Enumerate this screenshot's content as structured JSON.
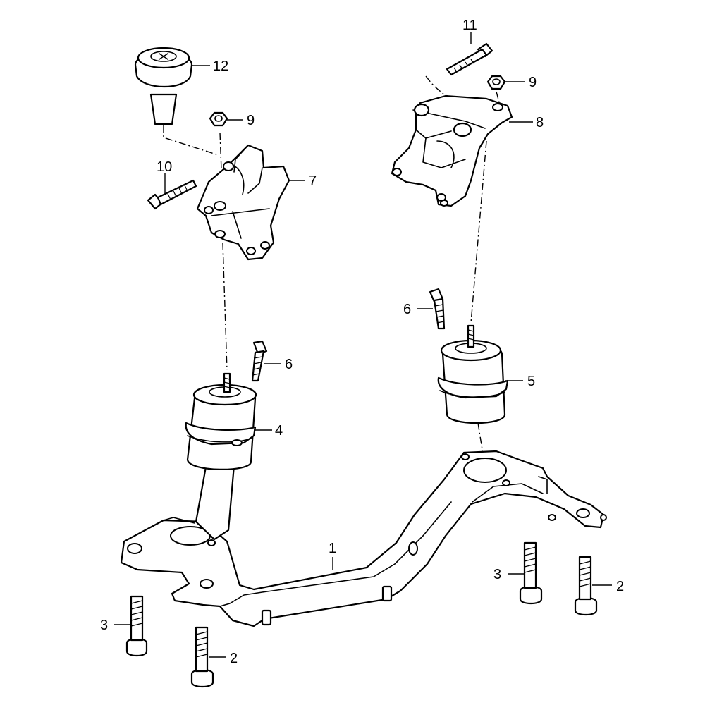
{
  "callouts": {
    "c1": "1",
    "c2a": "2",
    "c2b": "2",
    "c3a": "3",
    "c3b": "3",
    "c4": "4",
    "c5": "5",
    "c6a": "6",
    "c6b": "6",
    "c7": "7",
    "c8": "8",
    "c9a": "9",
    "c9b": "9",
    "c10": "10",
    "c11": "11",
    "c12": "12"
  },
  "style": {
    "line_color": "#000000",
    "background": "#ffffff"
  }
}
